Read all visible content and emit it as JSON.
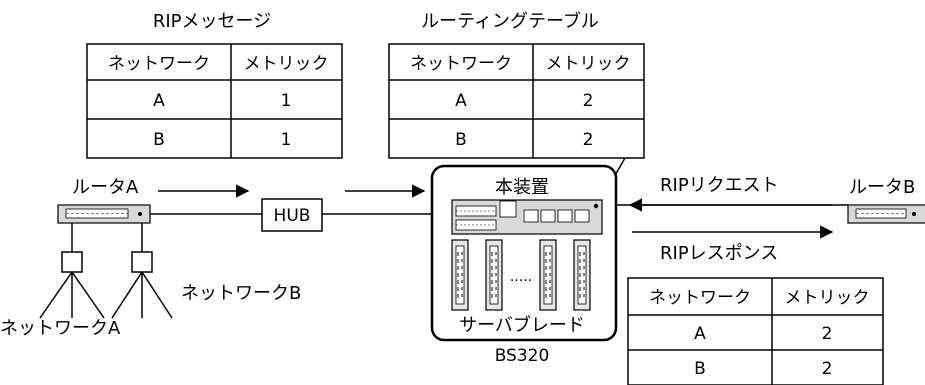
{
  "rip_message": {
    "title": "RIPメッセージ",
    "headers": [
      "ネットワーク",
      "メトリック"
    ],
    "rows": [
      [
        "A",
        "1"
      ],
      [
        "B",
        "1"
      ]
    ]
  },
  "routing_table": {
    "title": "ルーティングテーブル",
    "headers": [
      "ネットワーク",
      "メトリック"
    ],
    "rows": [
      [
        "A",
        "2"
      ],
      [
        "B",
        "2"
      ]
    ]
  },
  "response_table": {
    "headers": [
      "ネットワーク",
      "メトリック"
    ],
    "rows": [
      [
        "A",
        "2"
      ],
      [
        "B",
        "2"
      ]
    ]
  },
  "router_a": "ルータA",
  "router_b": "ルータB",
  "hub": "HUB",
  "device": {
    "title": "本装置",
    "blades_label": "サーバブレード",
    "model": "BS320",
    "dots": "....."
  },
  "rip_request": "RIPリクエスト",
  "rip_response": "RIPレスポンス",
  "network_a": "ネットワークA",
  "network_b": "ネットワークB"
}
